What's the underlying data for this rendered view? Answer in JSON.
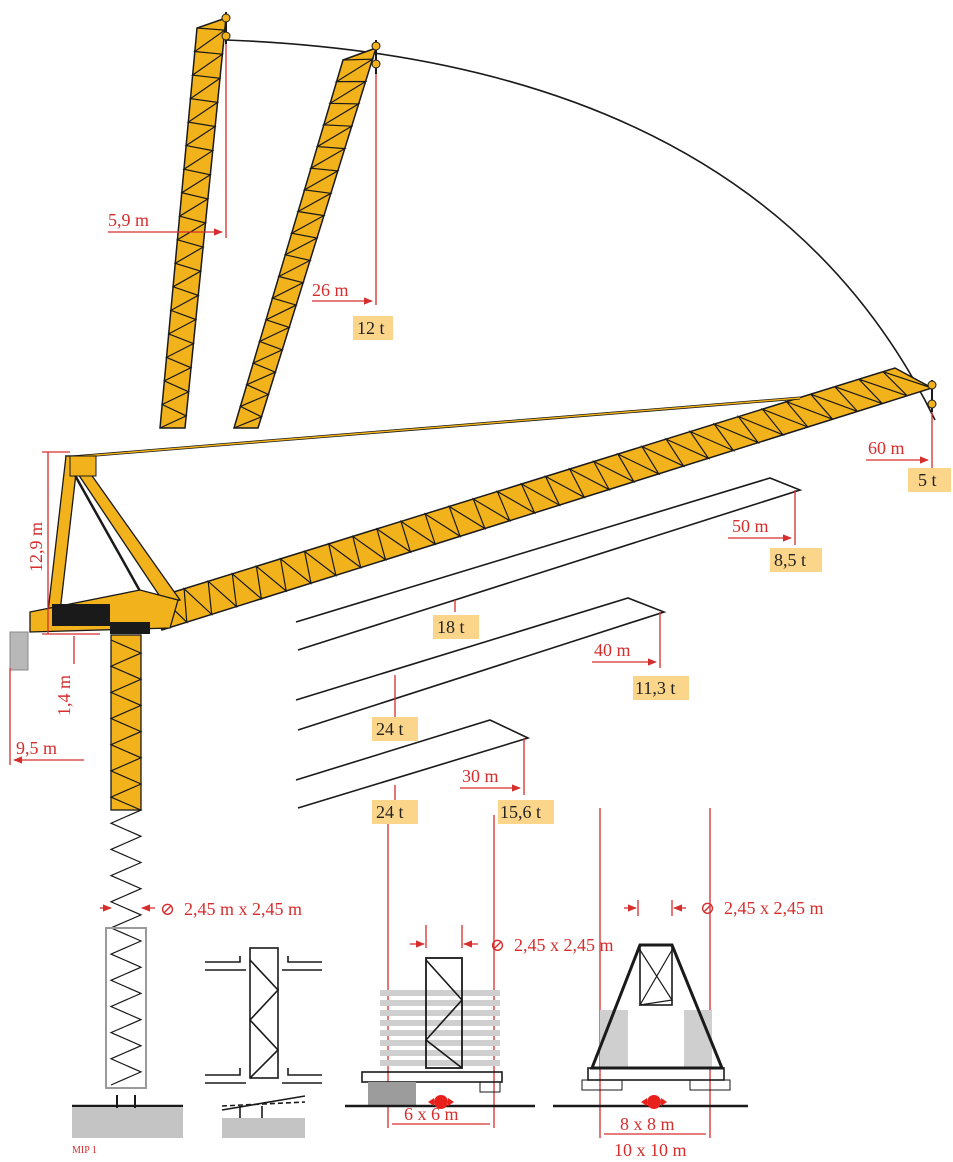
{
  "dimensions": {
    "jib_tip_radius_steep": "5,9 m",
    "jib_radius_mid": "26 m",
    "jib_radius_max": "60 m",
    "counterjib_height": "12,9 m",
    "slewing_offset": "1,4 m",
    "counterjib_radius": "9,5 m",
    "mast_section": "2,45 m x 2,45 m",
    "radius_50": "50 m",
    "radius_40": "40 m",
    "radius_30": "30 m",
    "base_section_1": "2,45 x 2,45 m",
    "base_section_2": "2,45 x 2,45 m",
    "base_small": "6 x 6 m",
    "base_rail_inner": "8 x 8 m",
    "base_rail_outer": "10 x 10 m"
  },
  "loads": {
    "at_26m": "12 t",
    "at_60m": "5 t",
    "at_50m": "8,5 t",
    "config_50_max": "18 t",
    "at_40m": "11,3 t",
    "config_40_max": "24 t",
    "config_30_max": "24 t",
    "at_30m": "15,6 t"
  },
  "footer": {
    "code": "MIP 1"
  },
  "colors": {
    "boom": "#f2b21c",
    "dimension": "#d62d2d",
    "load_box": "#fbd58a",
    "outline": "#1a1a1a"
  },
  "icons": [
    "square-section-icon",
    "base-centre-icon"
  ]
}
